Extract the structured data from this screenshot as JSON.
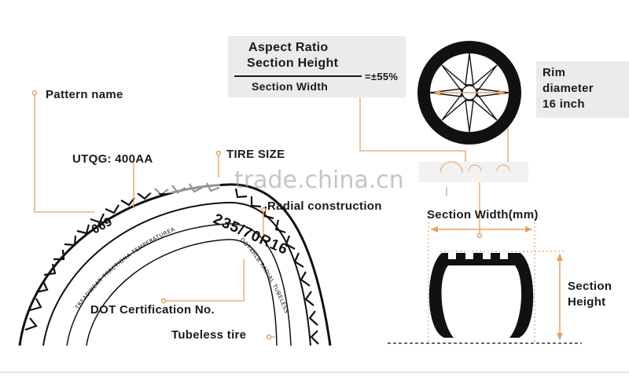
{
  "aspect_ratio": {
    "title_line1": "Aspect Ratio",
    "title_line2": "Section Height",
    "denominator": "Section Width",
    "value": "=±55%"
  },
  "rim": {
    "line1": "Rim",
    "line2": "diameter",
    "line3": "16 inch"
  },
  "labels": {
    "pattern_name": "Pattern name",
    "utqg": "UTQG: 400AA",
    "tire_size": "TIRE  SIZE",
    "radial": "Radial construction",
    "section_width": "Section Width(mm)",
    "section_height_1": "Section",
    "section_height_2": "Height",
    "dot": "DOT Certification No.",
    "tubeless": "Tubeless tire"
  },
  "sidewall": {
    "pattern": "069",
    "size": "235/70R16",
    "arc_text": "TREADWEAR TRACTIONA TEMPERATUREA",
    "dot_text": "DOT4HLB  RADIAL  TUBELESS"
  },
  "watermark": "trade.china.cn",
  "colors": {
    "accent": "#e8a060",
    "tire": "#111111",
    "box": "#ebebeb"
  }
}
